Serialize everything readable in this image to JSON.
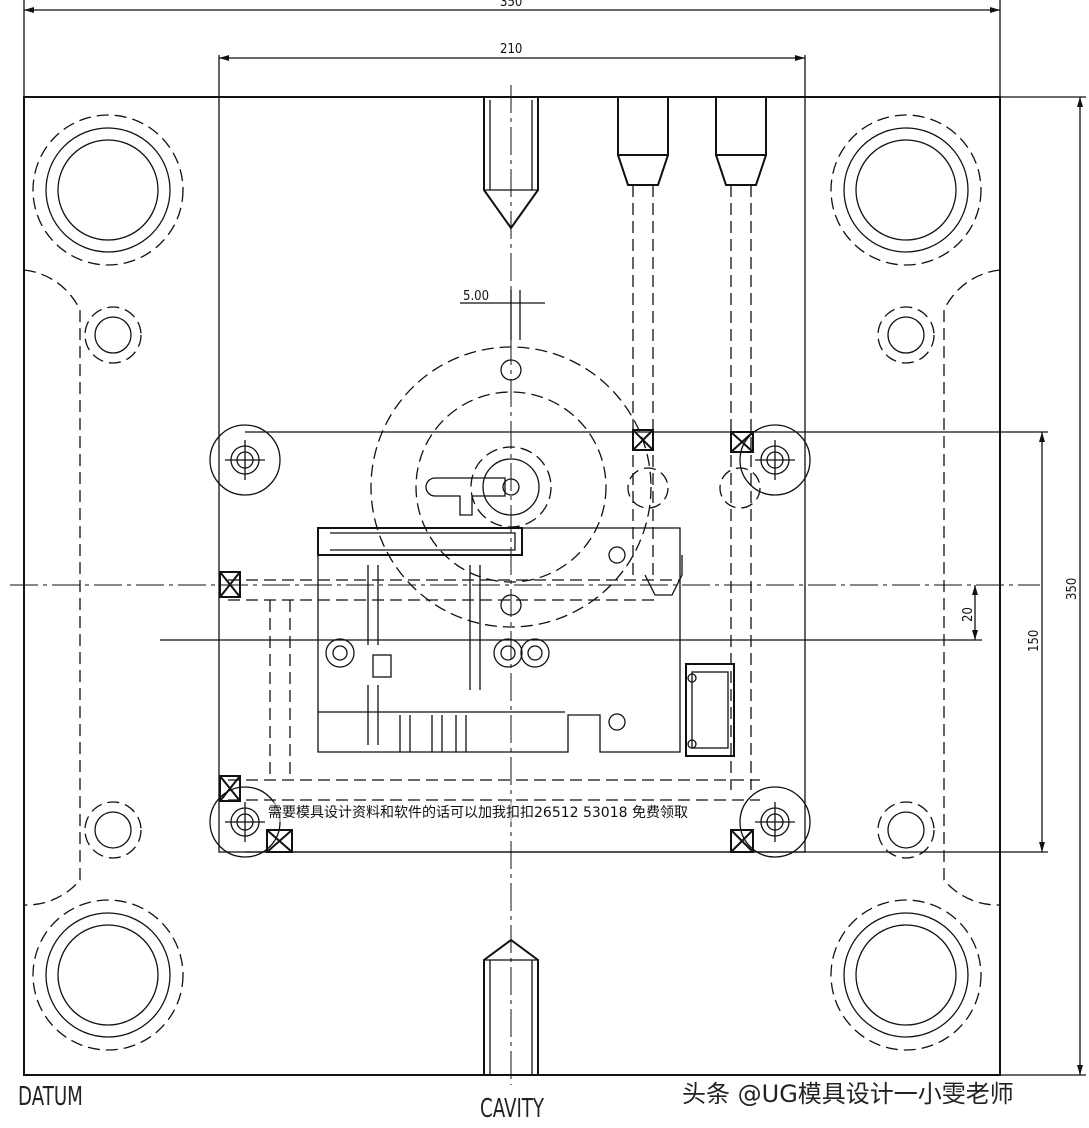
{
  "drawing": {
    "dimensions": {
      "overall_width": "350",
      "insert_width": "210",
      "overall_height": "350",
      "pin_spacing": "150",
      "offset": "20",
      "gate_offset": "5.00"
    },
    "labels": {
      "datum": "DATUM",
      "cavity": "CAVITY"
    },
    "watermark_note": "需要模具设计资料和软件的话可以加我扣扣26512 53018 免费领取",
    "credit": "头条 @UG模具设计一小雯老师"
  }
}
